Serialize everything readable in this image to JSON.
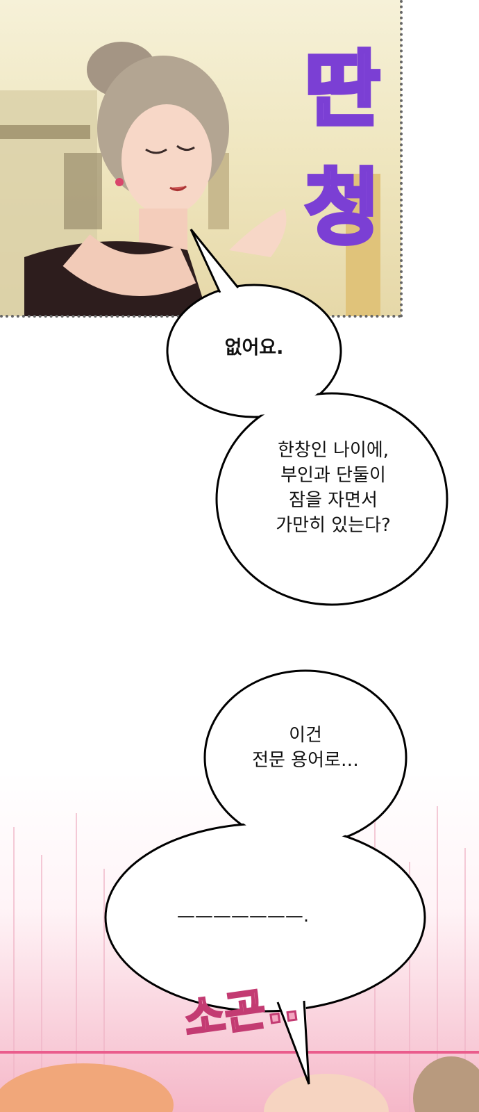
{
  "panel_top": {
    "sfx": [
      "딴",
      "청"
    ]
  },
  "bubbles": {
    "b1": {
      "lines": [
        "없어요."
      ]
    },
    "b2": {
      "lines": [
        "한창인 나이에,",
        "부인과 단둘이",
        "잠을 자면서",
        "가만히 있는다?"
      ]
    },
    "b3": {
      "lines": [
        "이건",
        "전문 용어로…"
      ]
    },
    "b4": {
      "lines": [
        "———————."
      ]
    }
  },
  "panel_bottom": {
    "sfx": "소곤.."
  }
}
